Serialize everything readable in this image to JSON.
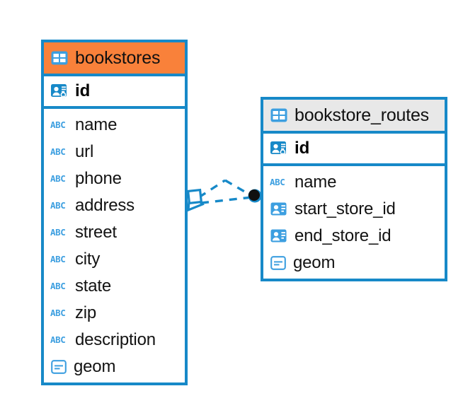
{
  "diagram": {
    "type": "entity-relationship-diagram",
    "background": "#ffffff",
    "accent_color": "#1789c8",
    "highlight_color": "#f9813a",
    "neutral_header_color": "#e8e8e8"
  },
  "entities": [
    {
      "id": "bookstores",
      "name": "bookstores",
      "header_style": "accent",
      "table_icon": "table-icon",
      "primary_key": {
        "label": "id",
        "icon": "primary-key-icon"
      },
      "fields": [
        {
          "label": "name",
          "icon": "abc-text-icon",
          "type_glyph": "ABC"
        },
        {
          "label": "url",
          "icon": "abc-text-icon",
          "type_glyph": "ABC"
        },
        {
          "label": "phone",
          "icon": "abc-text-icon",
          "type_glyph": "ABC"
        },
        {
          "label": "address",
          "icon": "abc-text-icon",
          "type_glyph": "ABC"
        },
        {
          "label": "street",
          "icon": "abc-text-icon",
          "type_glyph": "ABC"
        },
        {
          "label": "city",
          "icon": "abc-text-icon",
          "type_glyph": "ABC"
        },
        {
          "label": "state",
          "icon": "abc-text-icon",
          "type_glyph": "ABC"
        },
        {
          "label": "zip",
          "icon": "abc-text-icon",
          "type_glyph": "ABC"
        },
        {
          "label": "description",
          "icon": "abc-text-icon",
          "type_glyph": "ABC"
        },
        {
          "label": "geom",
          "icon": "geometry-icon",
          "type_glyph": ""
        }
      ]
    },
    {
      "id": "bookstore_routes",
      "name": "bookstore_routes",
      "header_style": "neutral",
      "table_icon": "table-icon",
      "primary_key": {
        "label": "id",
        "icon": "primary-key-icon"
      },
      "fields": [
        {
          "label": "name",
          "icon": "abc-text-icon",
          "type_glyph": "ABC"
        },
        {
          "label": "start_store_id",
          "icon": "foreign-key-icon",
          "type_glyph": ""
        },
        {
          "label": "end_store_id",
          "icon": "foreign-key-icon",
          "type_glyph": ""
        },
        {
          "label": "geom",
          "icon": "geometry-icon",
          "type_glyph": ""
        }
      ]
    }
  ],
  "relationship": {
    "from": "bookstores",
    "to": "bookstore_routes",
    "line_style": "dashed",
    "line_color": "#1789c8",
    "source_marker": "crows-foot-optional-many",
    "target_marker": "filled-circle"
  }
}
